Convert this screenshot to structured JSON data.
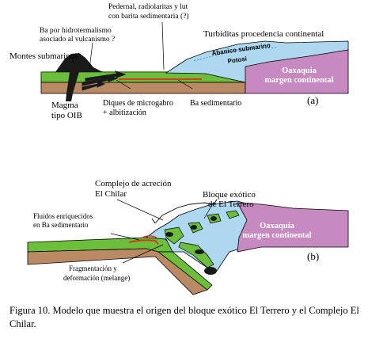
{
  "panel_a": {
    "label_pedernal_1": "Pedernal, radiolaritas y lut",
    "label_pedernal_2": "con barita sedimentaria (?)",
    "label_ba_hidro_1": "Ba por hidrotermalismo",
    "label_ba_hidro_2": "asociado al vulcanismo ?",
    "label_turbiditas": "Turbiditas procedencia continental",
    "label_montes": "Montes submarinos",
    "label_abanico_1": "Abanico submarino",
    "label_abanico_2": "Potosi",
    "label_oaxaquia_1": "Oaxaquia",
    "label_oaxaquia_2": "margen continental",
    "label_magma_1": "Magma",
    "label_magma_2": "tipo OIB",
    "label_diques_1": "Diques de microgabro",
    "label_diques_2": "+ albitización",
    "label_ba_sed": "Ba sedimentario",
    "panel_letter": "(a)"
  },
  "panel_b": {
    "label_complejo_1": "Complejo de acreción",
    "label_complejo_2": "El Chilar",
    "label_bloque_1": "Bloque exótico",
    "label_bloque_2": "de El Terrero",
    "label_fluidos_1": "Fluidos enriquecidos",
    "label_fluidos_2": "en Ba sedimentario",
    "label_oaxaquia_1": "Oaxaquia",
    "label_oaxaquia_2": "margen continental",
    "label_frag_1": "Fragmentación y",
    "label_frag_2": "deformación (melange)",
    "panel_letter": "(b)"
  },
  "caption": "Figura 10. Modelo que muestra el origen del bloque exótico El Terrero y el Complejo El Chilar.",
  "colors": {
    "green": "#6cbf3a",
    "brown": "#b98a64",
    "light_blue": "#aed8ef",
    "pink": "#c68ac0",
    "black": "#1a1a1a",
    "red": "#d23c1e"
  }
}
